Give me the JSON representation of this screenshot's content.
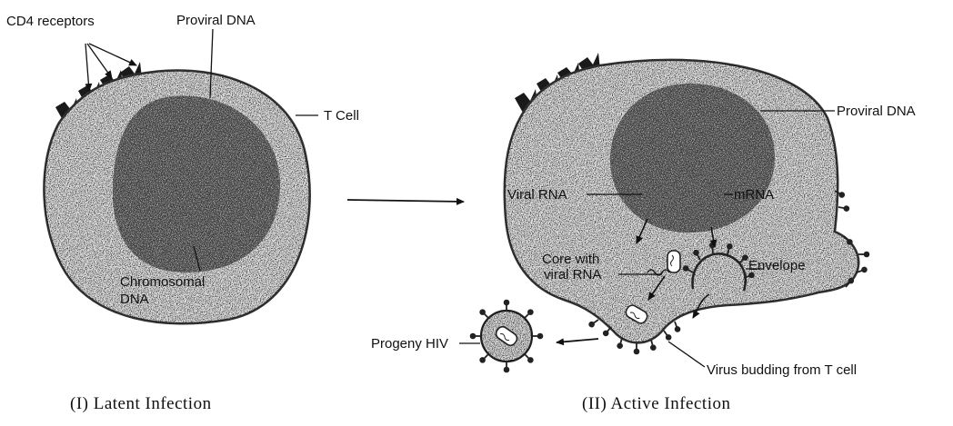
{
  "latent": {
    "cd4_receptors": "CD4 receptors",
    "proviral_dna": "Proviral DNA",
    "t_cell": "T Cell",
    "chromosomal_line1": "Chromosomal",
    "chromosomal_line2": "DNA",
    "caption": "(I) Latent Infection"
  },
  "active": {
    "proviral_dna": "Proviral DNA",
    "viral_rna": "Viral RNA",
    "mrna": "mRNA",
    "core_line1": "Core with",
    "core_line2": "viral RNA",
    "envelope": "Envelope",
    "progeny_hiv": "Progeny HIV",
    "budding": "Virus budding from T cell",
    "caption": "(II) Active Infection"
  },
  "colors": {
    "cytoplasm": "#e2e2e2",
    "nucleus": "#3a3a3a",
    "outline": "#222222"
  }
}
